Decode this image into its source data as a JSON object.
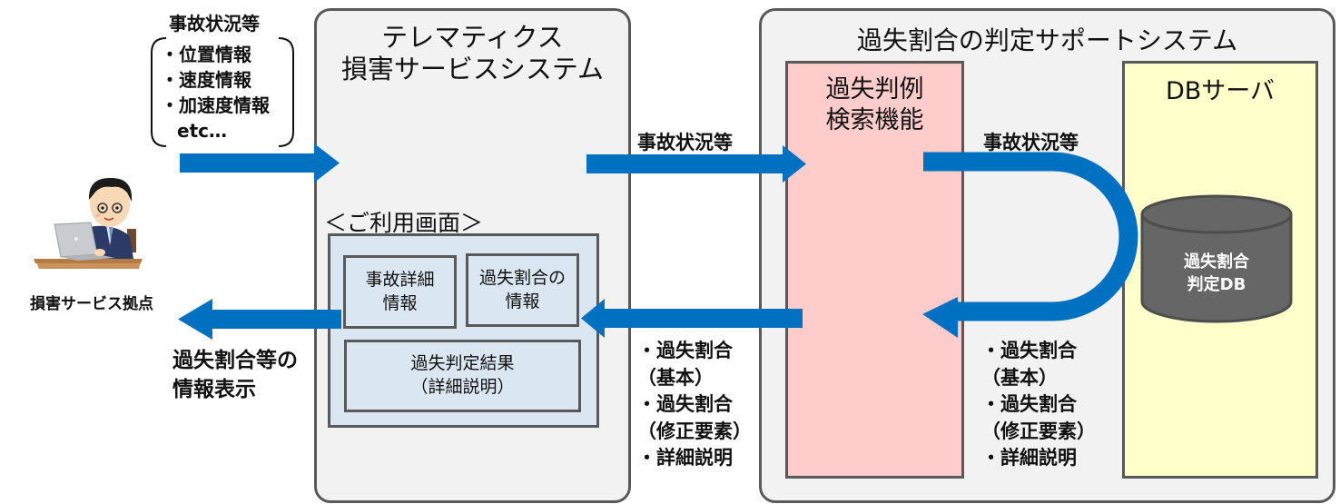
{
  "user": {
    "label": "損害サービス拠点",
    "icon": "office-worker-laptop-icon"
  },
  "input_info": {
    "title": "事故状況等",
    "items": [
      "・位置情報",
      "・速度情報",
      "・加速度情報",
      "etc…"
    ]
  },
  "output_info": {
    "lines": [
      "過失割合等の",
      "情報表示"
    ]
  },
  "telematics_system": {
    "title_lines": [
      "テレマティクス",
      "損害サービスシステム"
    ],
    "screen_label": "＜ご利用画面＞",
    "screen_boxes": [
      {
        "lines": [
          "事故詳細",
          "情報"
        ]
      },
      {
        "lines": [
          "過失割合の",
          "情報"
        ]
      },
      {
        "lines": [
          "過失判定結果",
          "（詳細説明）"
        ]
      }
    ]
  },
  "flow_to_support": {
    "label": "事故状況等"
  },
  "flow_from_support": {
    "items": [
      "・過失割合",
      "（基本）",
      "・過失割合",
      "（修正要素）",
      "・詳細説明"
    ]
  },
  "support_system": {
    "title": "過失割合の判定サポートシステム",
    "search_function": {
      "title_lines": [
        "過失判例",
        "検索機能"
      ]
    },
    "db_server": {
      "title": "DBサーバ",
      "database": {
        "lines": [
          "過失割合",
          "判定DB"
        ],
        "icon": "database-cylinder-icon"
      }
    },
    "query_label": "事故状況等",
    "response_items": [
      "・過失割合",
      "（基本）",
      "・過失割合",
      "（修正要素）",
      "・詳細説明"
    ]
  },
  "colors": {
    "arrow": "#0070c0",
    "panel_bg": "#f2f2f2",
    "panel_border": "#595959",
    "search_bg": "#ffcccc",
    "db_bg": "#ffffcc",
    "screen_bg": "#dae7f2",
    "db_cylinder": "#666666"
  }
}
